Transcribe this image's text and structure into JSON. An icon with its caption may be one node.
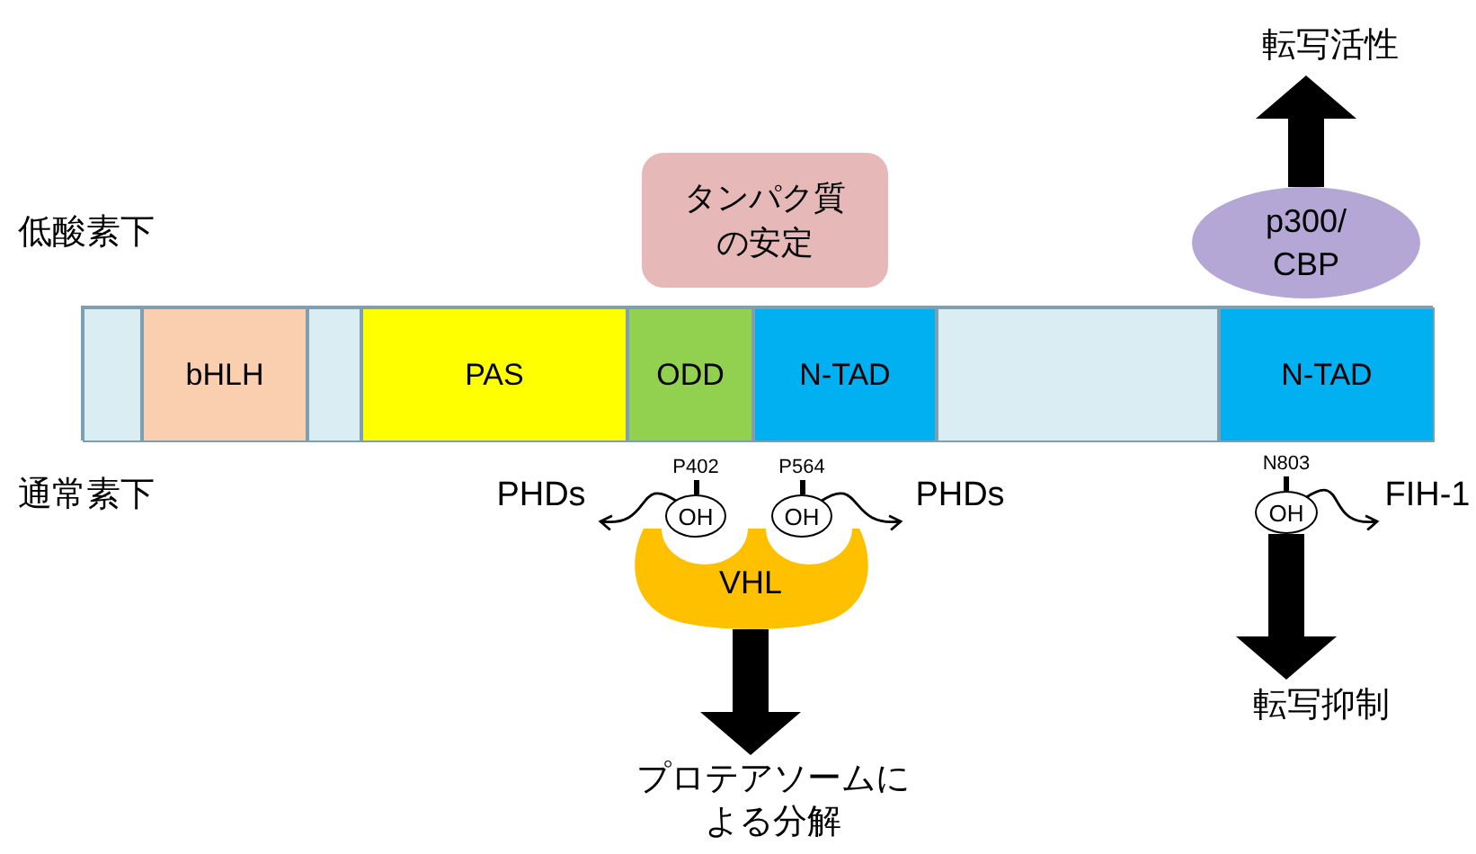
{
  "diagram": {
    "nodes": [
      {
        "text": [],
        "shape": "bar"
      },
      {
        "text": [
          "bHLH"
        ],
        "in": 0
      },
      {
        "text": [
          "PAS"
        ],
        "in": 0
      },
      {
        "text": [
          "ODD"
        ],
        "in": 0
      },
      {
        "text": [
          "N-TAD"
        ],
        "in": 0
      },
      {
        "text": [
          "N-TAD"
        ],
        "in": 0
      },
      {
        "text": [
          "タンパク質の安定"
        ]
      },
      {
        "text": [
          "p300/ CBP"
        ]
      },
      {
        "text": [
          "転写活性"
        ]
      },
      {
        "text": [
          "PHDs"
        ]
      },
      {
        "text": [
          "OH"
        ],
        "beside": [
          "P402"
        ]
      },
      {
        "text": [
          "OH"
        ],
        "beside": [
          "P564"
        ]
      },
      {
        "text": [
          "PHDs"
        ]
      },
      {
        "text": [
          "VHL"
        ]
      },
      {
        "text": [
          "プロテアソームによる分解"
        ]
      },
      {
        "text": [
          "OH"
        ],
        "beside": [
          "N803"
        ]
      },
      {
        "text": [
          "FIH-1"
        ]
      },
      {
        "text": [
          "転写抑制"
        ]
      },
      {
        "text": [],
        "shape": "bar",
        "in": 0
      },
      {
        "text": [],
        "shape": "bar",
        "in": 0
      },
      {
        "text": [],
        "shape": "bar",
        "in": 0
      }
    ],
    "edges": [
      {
        "from": 10,
        "to": 9,
        "arrow": "to"
      },
      {
        "from": 11,
        "to": 12,
        "arrow": "to"
      },
      {
        "from": 15,
        "to": 16,
        "arrow": "to"
      },
      {
        "from": 7,
        "to": 8,
        "arrow": "to",
        "style": "thick"
      },
      {
        "from": 13,
        "to": 14,
        "arrow": "to",
        "style": "thick"
      },
      {
        "from": 15,
        "to": 17,
        "arrow": "to",
        "style": "thick"
      }
    ],
    "labels": [
      "低酸素下",
      "通常素下"
    ]
  }
}
